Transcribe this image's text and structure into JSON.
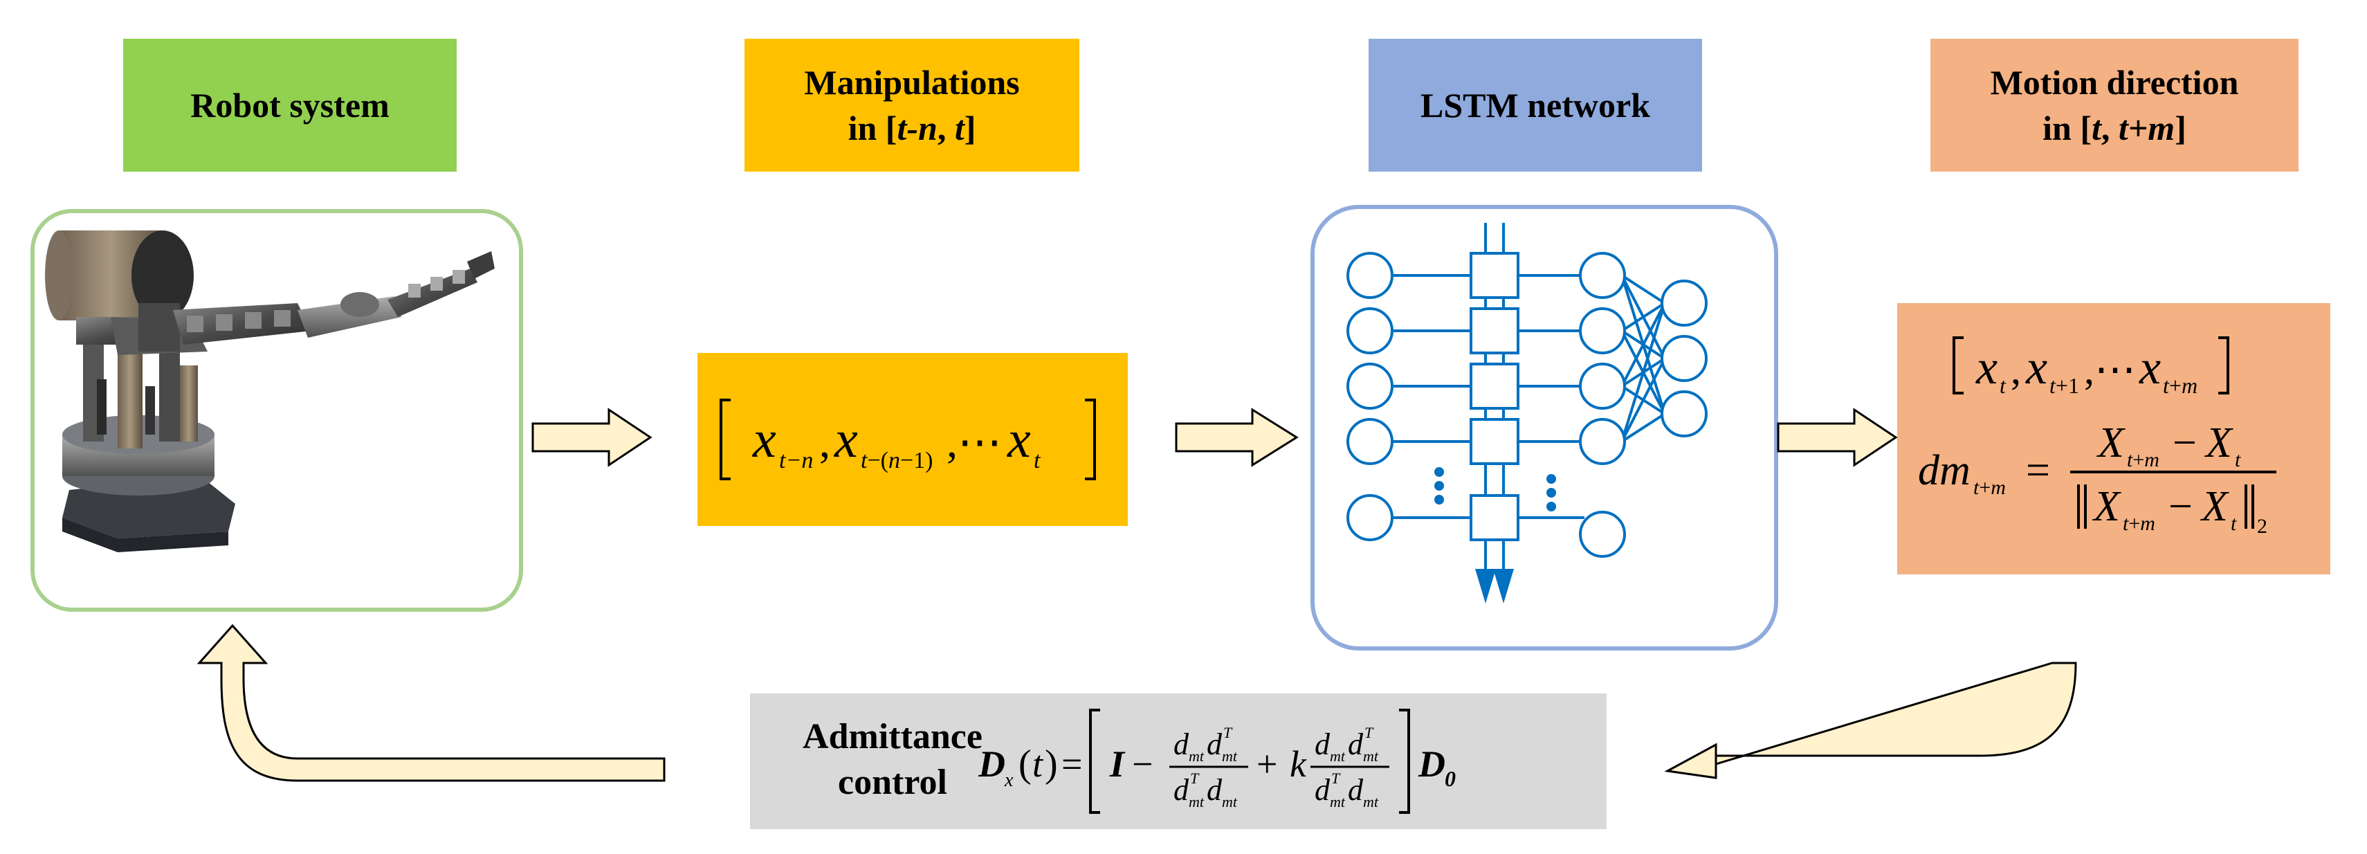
{
  "headers": {
    "robot_system": "Robot system",
    "manipulations_line1": "Manipulations",
    "manipulations_line2_prefix": "in [",
    "manipulations_line2_var": "t-n",
    "manipulations_line2_mid": ", ",
    "manipulations_line2_var2": "t",
    "manipulations_line2_suffix": "]",
    "lstm_network": "LSTM network",
    "motion_line1": "Motion direction",
    "motion_line2_prefix": "in [",
    "motion_line2_var": "t",
    "motion_line2_mid": ", ",
    "motion_line2_var2": "t+m",
    "motion_line2_suffix": "]"
  },
  "admittance": {
    "label_line1": "Admittance",
    "label_line2": "control"
  },
  "colors": {
    "green": "#92d050",
    "orange": "#ffc000",
    "blue": "#8faadc",
    "salmon": "#f4b183",
    "gray": "#d9d9d9",
    "arrow_fill": "#fff2cc",
    "network": "#0070c0"
  }
}
